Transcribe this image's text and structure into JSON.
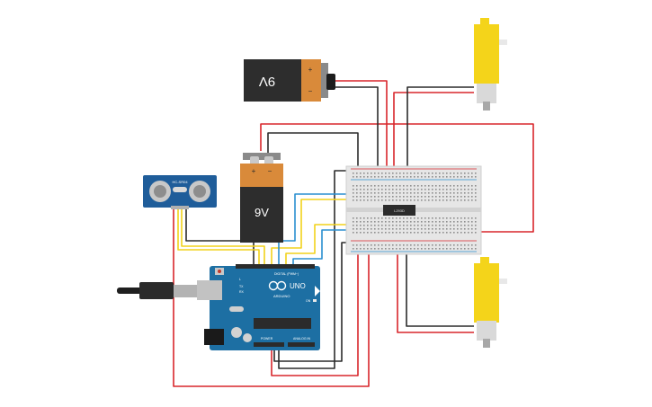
{
  "battery_top": {
    "label": "9V",
    "plus": "+",
    "minus": "−"
  },
  "battery_mid": {
    "label": "9V",
    "plus": "+",
    "minus": "−"
  },
  "sensor": {
    "label": "HC-SR04"
  },
  "driver_chip": {
    "label": "L293D"
  },
  "arduino": {
    "logo_text": "UNO",
    "brand": "ARDUINO",
    "digital_label": "DIGITAL (PWM~)",
    "power_label": "POWER",
    "analog_label": "ANALOG IN",
    "on_label": "ON",
    "tx_label": "TX",
    "rx_label": "RX",
    "l_label": "L"
  },
  "colors": {
    "wire_red": "#d9262b",
    "wire_black": "#2b2b2b",
    "wire_yellow": "#f2d21b",
    "wire_blue": "#2a8fd0",
    "board_blue": "#1d6fa3",
    "battery_orange": "#d98a3a",
    "motor_yellow": "#f4d41a"
  }
}
